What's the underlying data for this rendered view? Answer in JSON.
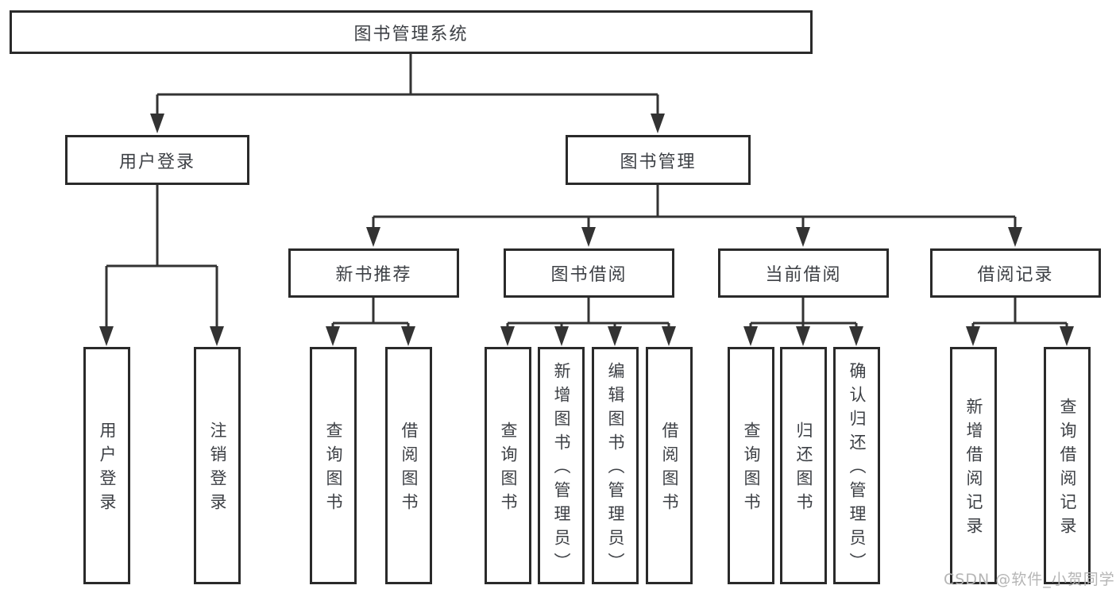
{
  "diagram_title": "图书管理系统",
  "watermark": "CSDN @软件_小贺同学",
  "colors": {
    "line": "#333333",
    "border": "#2a2a2a",
    "text": "#3d4045",
    "watermark": "#b5b5b5",
    "background": "#ffffff"
  },
  "nodes": {
    "root": {
      "label": "图书管理系统",
      "children": [
        "user_login",
        "book_mgmt"
      ]
    },
    "user_login": {
      "label": "用户登录",
      "children": [
        "login",
        "logout"
      ]
    },
    "book_mgmt": {
      "label": "图书管理",
      "children": [
        "new_book_rec",
        "book_borrow",
        "current_borrow",
        "borrow_record"
      ]
    },
    "login": {
      "label": "用户登录",
      "children": []
    },
    "logout": {
      "label": "注销登录",
      "children": []
    },
    "new_book_rec": {
      "label": "新书推荐",
      "children": [
        "nbr_query_book",
        "nbr_borrow_book"
      ]
    },
    "book_borrow": {
      "label": "图书借阅",
      "children": [
        "bb_query_book",
        "bb_add_book",
        "bb_edit_book",
        "bb_borrow_book"
      ]
    },
    "current_borrow": {
      "label": "当前借阅",
      "children": [
        "cb_query_book",
        "cb_return_book",
        "cb_confirm_return"
      ]
    },
    "borrow_record": {
      "label": "借阅记录",
      "children": [
        "br_add_record",
        "br_query_record"
      ]
    },
    "nbr_query_book": {
      "label": "查询图书",
      "children": []
    },
    "nbr_borrow_book": {
      "label": "借阅图书",
      "children": []
    },
    "bb_query_book": {
      "label": "查询图书",
      "children": []
    },
    "bb_add_book": {
      "label": "新增图书（管理员）",
      "children": []
    },
    "bb_edit_book": {
      "label": "编辑图书（管理员）",
      "children": []
    },
    "bb_borrow_book": {
      "label": "借阅图书",
      "children": []
    },
    "cb_query_book": {
      "label": "查询图书",
      "children": []
    },
    "cb_return_book": {
      "label": "归还图书",
      "children": []
    },
    "cb_confirm_return": {
      "label": "确认归还（管理员）",
      "children": []
    },
    "br_add_record": {
      "label": "新增借阅记录",
      "children": []
    },
    "br_query_record": {
      "label": "查询借阅记录",
      "children": []
    }
  }
}
